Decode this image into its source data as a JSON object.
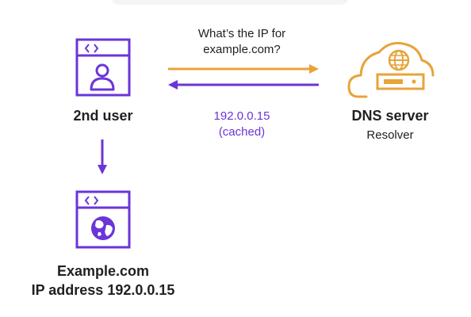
{
  "nodes": {
    "user": {
      "label": "2nd user",
      "icon": "user-window-icon"
    },
    "dns": {
      "label": "DNS server",
      "sublabel": "Resolver",
      "icon": "dns-cloud-server-icon"
    },
    "website": {
      "line1": "Example.com",
      "line2": "IP address 192.0.0.15",
      "icon": "globe-window-icon"
    }
  },
  "messages": {
    "request": {
      "line1": "What’s the IP for",
      "line2": "example.com?"
    },
    "response": {
      "line1": "192.0.0.15",
      "line2": "(cached)"
    }
  },
  "colors": {
    "request_arrow": "#e8a33a",
    "response_arrow": "#6b35d8",
    "icon_purple": "#6b35d8",
    "icon_orange": "#e8a33a",
    "text_dark": "#202124"
  }
}
